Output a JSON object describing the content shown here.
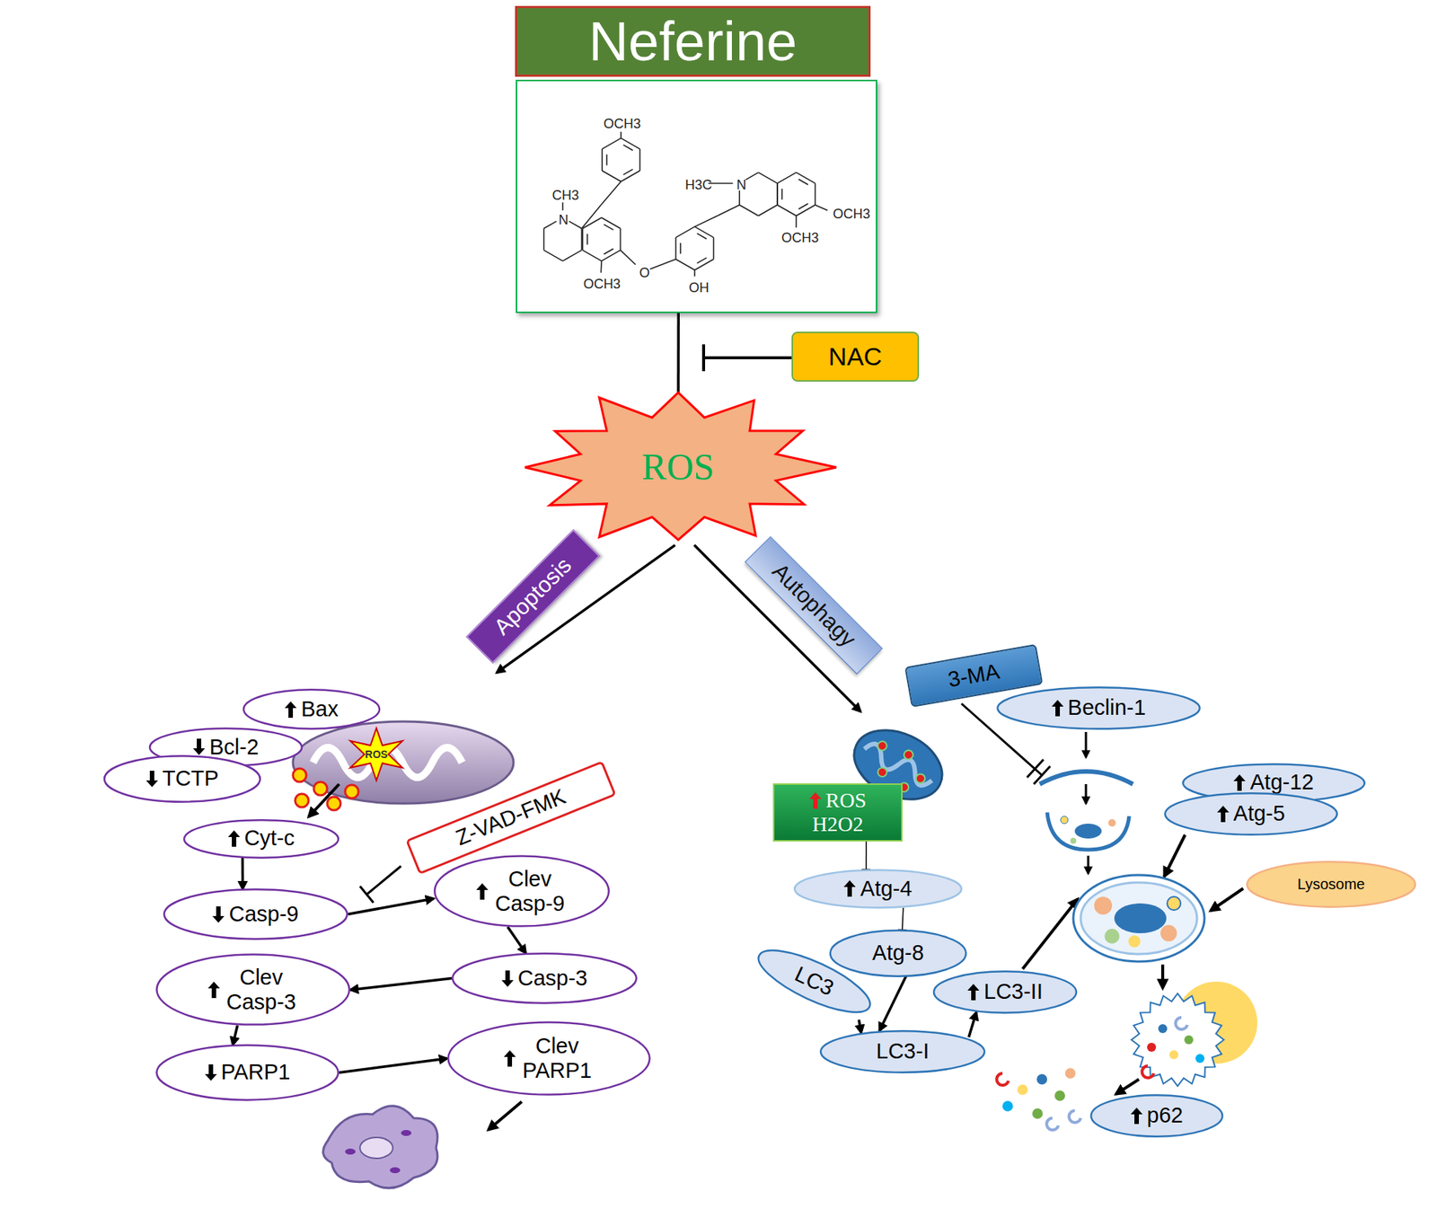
{
  "diagram": {
    "nodes": [
      {
        "text": [
          "Neferine"
        ]
      },
      {
        "text": [
          "OCH3",
          "H3C",
          "N",
          "CH3",
          "N",
          "OCH3",
          "OCH3",
          "O",
          "OCH3",
          "OH"
        ]
      },
      {
        "text": [
          "NAC"
        ]
      },
      {
        "text": [
          "ROS"
        ]
      },
      {
        "text": []
      },
      {
        "text": [
          "Bax"
        ],
        "in": 4
      },
      {
        "text": [
          "Bcl-2"
        ],
        "in": 4
      },
      {
        "text": [
          "TCTP"
        ],
        "in": 4
      },
      {
        "text": [
          "Cyt-c"
        ],
        "in": 4
      },
      {
        "text": [
          "Z-VAD-FMK"
        ],
        "in": 4
      },
      {
        "text": [
          "Casp-9"
        ],
        "in": 4
      },
      {
        "text": [
          "Clev Casp-9"
        ],
        "in": 4
      },
      {
        "text": [
          "Casp-3"
        ],
        "in": 4
      },
      {
        "text": [
          "Clev Casp-3"
        ],
        "in": 4
      },
      {
        "text": [
          "PARP1"
        ],
        "in": 4
      },
      {
        "text": [
          "Clev PARP1"
        ],
        "in": 4
      },
      {
        "text": []
      },
      {
        "text": [
          "3-MA"
        ],
        "in": 16
      },
      {
        "text": [
          "ROS",
          "H2O2"
        ],
        "in": 16
      },
      {
        "text": [
          "Beclin-1"
        ],
        "in": 16
      },
      {
        "text": [
          "Atg-12"
        ],
        "in": 16
      },
      {
        "text": [
          "Atg-5"
        ],
        "in": 16
      },
      {
        "text": [
          "Atg-4"
        ],
        "in": 16
      },
      {
        "text": [
          "Atg-8"
        ],
        "in": 16
      },
      {
        "text": [
          "LC3"
        ],
        "in": 16
      },
      {
        "text": [
          "LC3-I"
        ],
        "in": 16
      },
      {
        "text": [
          "LC3-II"
        ],
        "in": 16
      },
      {
        "text": [
          "Lysosome"
        ],
        "in": 16
      },
      {
        "text": [
          "p62"
        ],
        "in": 16
      }
    ],
    "edges": [
      {
        "from": 1,
        "to": 3,
        "arrow": "to"
      },
      {
        "from": 3,
        "to": 4,
        "label": "Apoptosis",
        "arrow": "to"
      },
      {
        "from": 3,
        "to": 16,
        "label": "Autophagy",
        "arrow": "to"
      },
      {
        "from": 8,
        "to": 10,
        "arrow": "to"
      },
      {
        "from": 10,
        "to": 11,
        "arrow": "to"
      },
      {
        "from": 11,
        "to": 12,
        "arrow": "to"
      },
      {
        "from": 12,
        "to": 13,
        "arrow": "to"
      },
      {
        "from": 13,
        "to": 14,
        "arrow": "to"
      },
      {
        "from": 14,
        "to": 15,
        "arrow": "to"
      },
      {
        "from": 18,
        "to": 22,
        "arrow": "to"
      },
      {
        "from": 22,
        "to": 23,
        "arrow": "to"
      },
      {
        "from": 23,
        "to": 25,
        "arrow": "to"
      },
      {
        "from": 24,
        "to": 25,
        "arrow": "to"
      },
      {
        "from": 25,
        "to": 26,
        "arrow": "to"
      }
    ],
    "labels": [
      "ROS"
    ]
  }
}
